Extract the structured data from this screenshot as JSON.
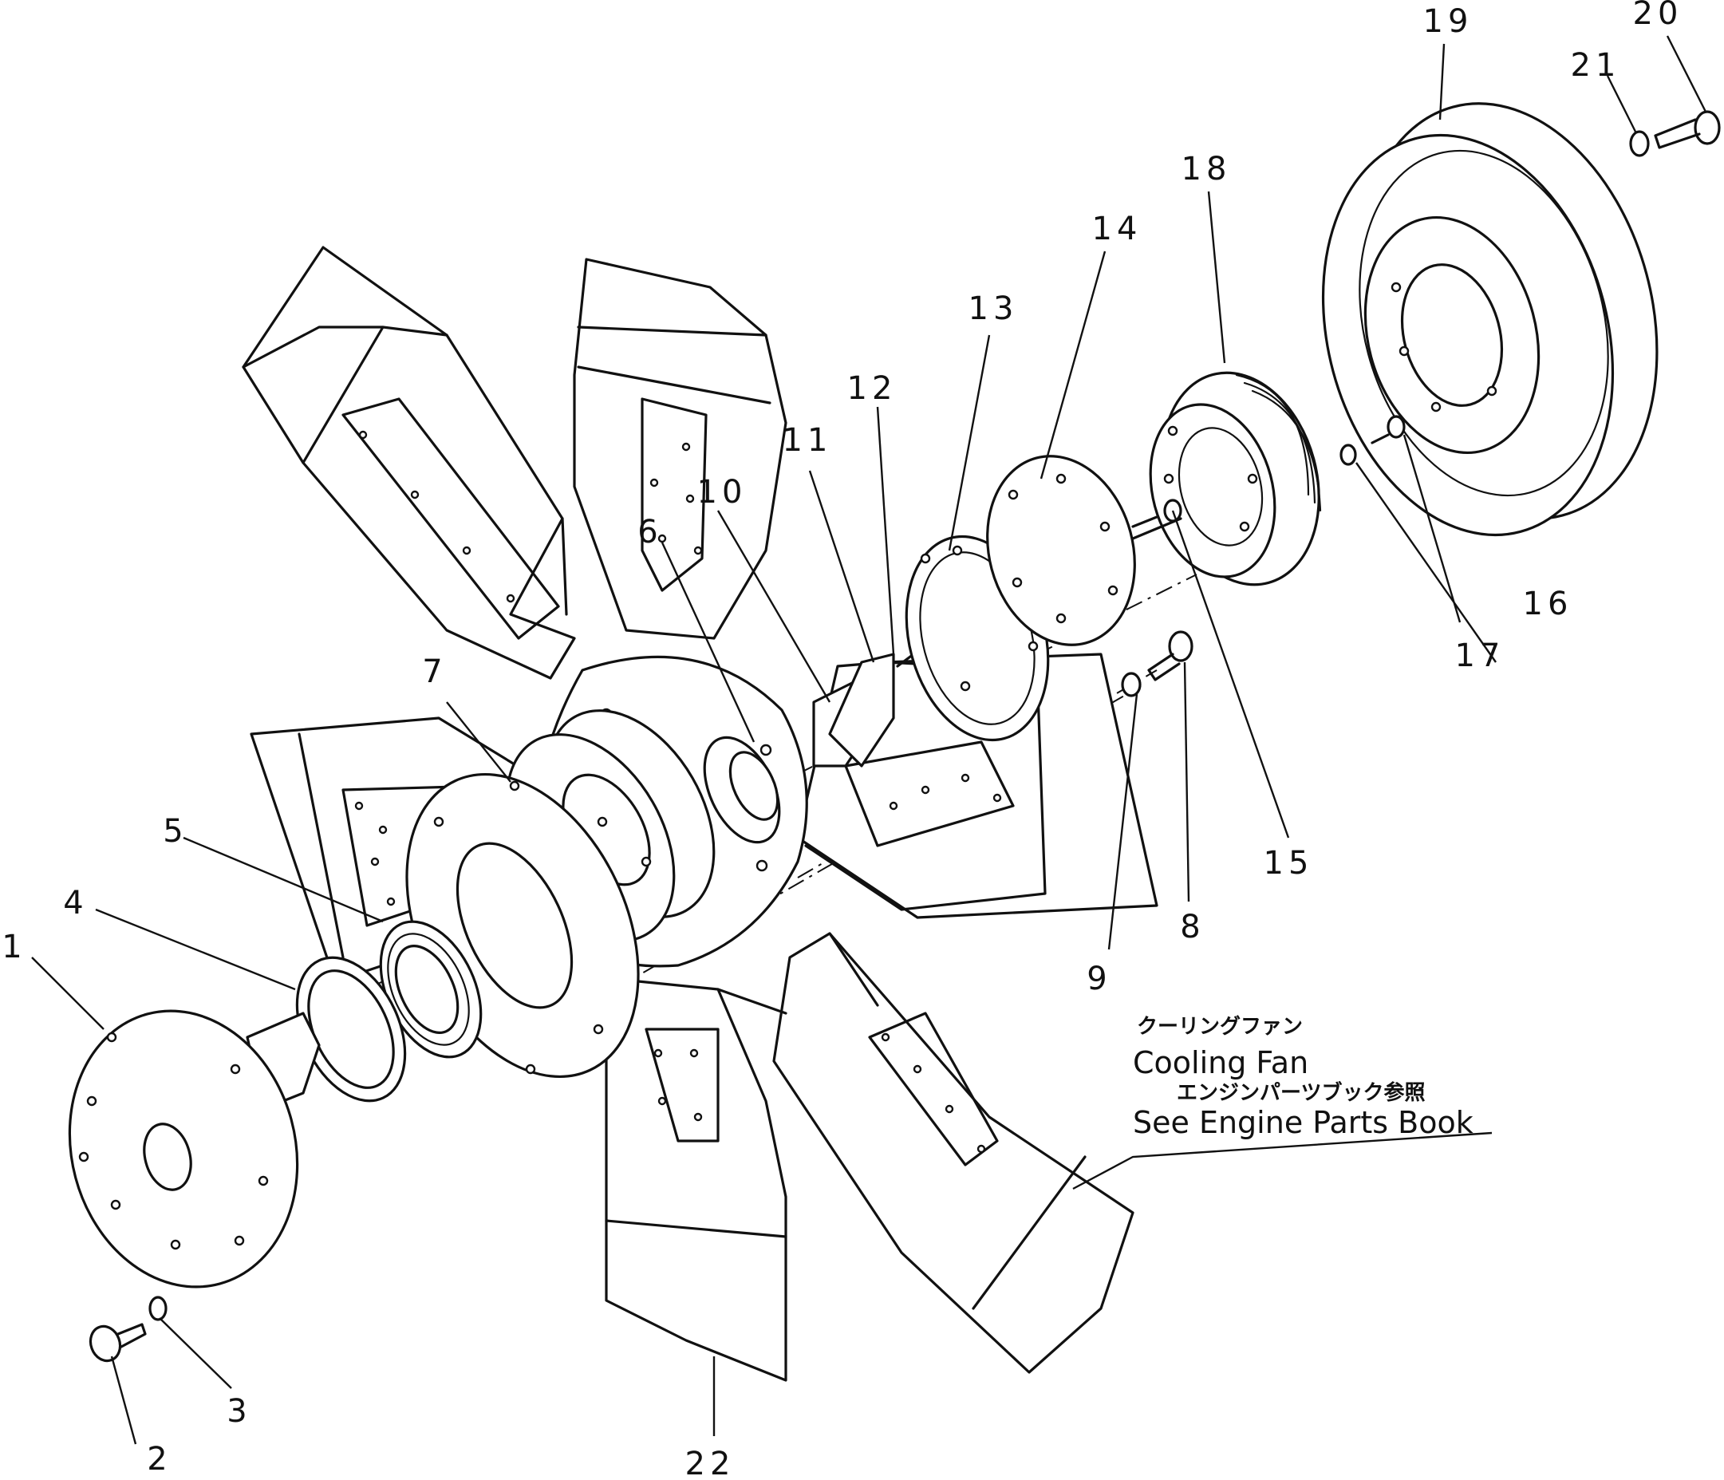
{
  "diagram": {
    "callouts": [
      "1",
      "2",
      "3",
      "4",
      "5",
      "6",
      "7",
      "8",
      "9",
      "10",
      "11",
      "12",
      "13",
      "14",
      "15",
      "16",
      "17",
      "18",
      "19",
      "20",
      "21",
      "22"
    ],
    "note": {
      "jp_title": "クーリングファン",
      "en_title": "Cooling Fan",
      "jp_ref": "エンジンパーツブック参照",
      "en_ref": "See Engine Parts Book"
    }
  }
}
